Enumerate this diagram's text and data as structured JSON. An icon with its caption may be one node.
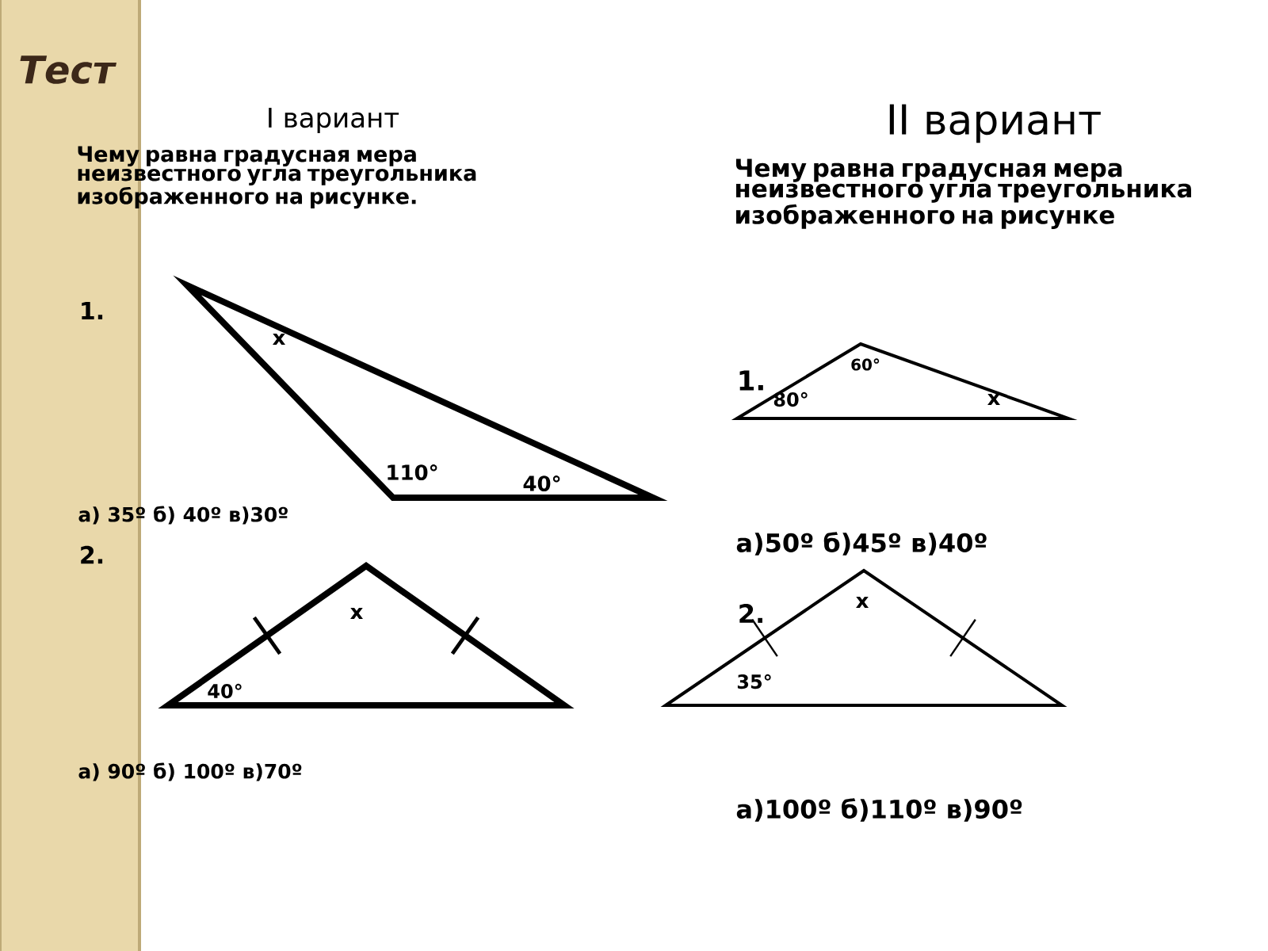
{
  "diagram": {
    "labels": [
      "Тест",
      "I вариант",
      "II вариант",
      "Чему равна градусная мера неизвестного угла треугольника изображенного на рисунке.",
      "Чему равна градусная мера неизвестного угла треугольника изображенного на рисунке",
      "1.",
      "x",
      "110°",
      "40°",
      "1.",
      "60°",
      "80°",
      "x",
      "а) 35º б) 40º в)30º",
      "а)50º б)45º в)40º",
      "2.",
      "x",
      "40°",
      "2.",
      "x",
      "35°",
      "а) 90º б) 100º в)70º",
      "а)100º б)110º в)90º"
    ]
  }
}
